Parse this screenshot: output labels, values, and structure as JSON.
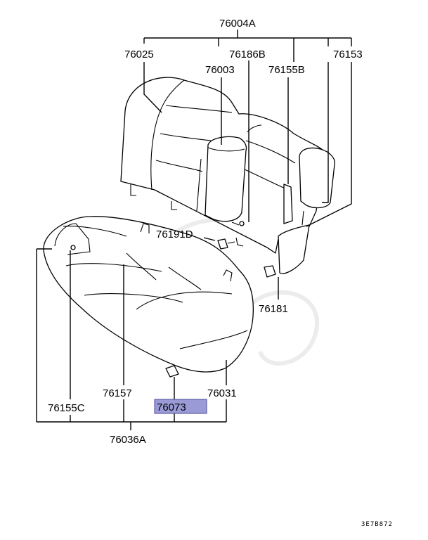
{
  "diagram": {
    "highlight_color": "#9a9ad6",
    "labels": {
      "assy_back": "76004A",
      "back_cover": "76025",
      "back_pad": "76003",
      "clip_186": "76186B",
      "bracket_155b": "76155B",
      "headrest_153": "76153",
      "bolt_191": "76191D",
      "nut_181": "76181",
      "frame_157": "76157",
      "cushion_031": "76031",
      "wire_155c": "76155C",
      "clip_073": "76073",
      "assy_cushion": "76036A"
    },
    "drawing_code": "3E7B872"
  }
}
